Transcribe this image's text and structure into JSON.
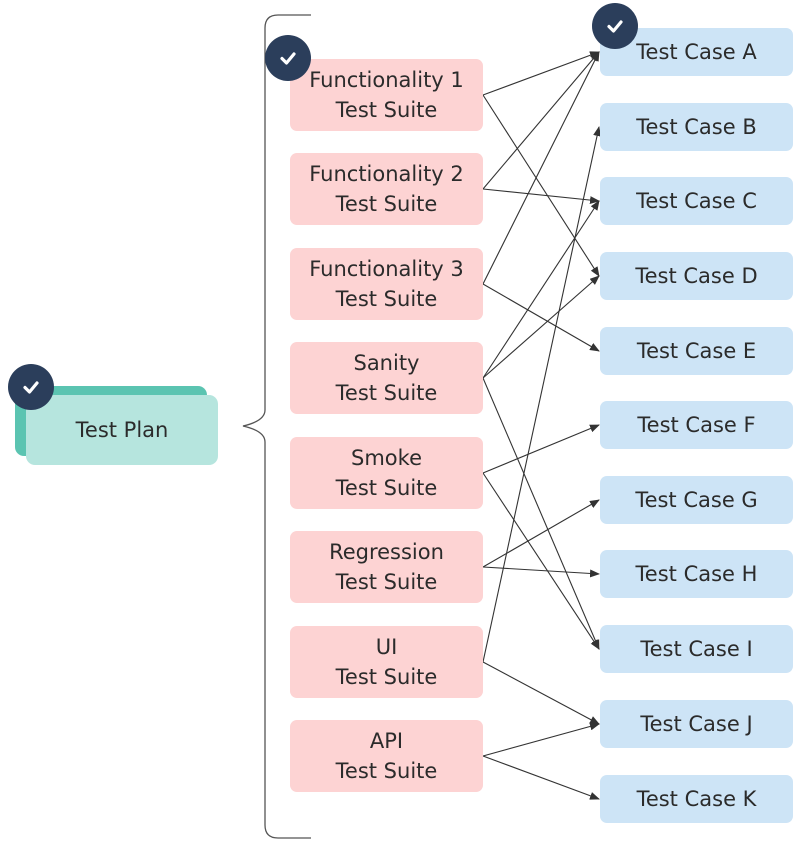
{
  "test_plan": {
    "label": "Test Plan",
    "check_icon": "check-icon"
  },
  "suites": [
    {
      "line1": "Functionality 1",
      "line2": "Test Suite",
      "checked": true
    },
    {
      "line1": "Functionality 2",
      "line2": "Test Suite"
    },
    {
      "line1": "Functionality 3",
      "line2": "Test Suite"
    },
    {
      "line1": "Sanity",
      "line2": "Test Suite"
    },
    {
      "line1": "Smoke",
      "line2": "Test Suite"
    },
    {
      "line1": "Regression",
      "line2": "Test Suite"
    },
    {
      "line1": "UI",
      "line2": "Test Suite"
    },
    {
      "line1": "API",
      "line2": "Test Suite"
    }
  ],
  "cases": [
    {
      "label": "Test Case A",
      "checked": true
    },
    {
      "label": "Test Case B"
    },
    {
      "label": "Test Case C"
    },
    {
      "label": "Test Case D"
    },
    {
      "label": "Test Case E"
    },
    {
      "label": "Test Case F"
    },
    {
      "label": "Test Case G"
    },
    {
      "label": "Test Case H"
    },
    {
      "label": "Test Case I"
    },
    {
      "label": "Test Case J"
    },
    {
      "label": "Test Case K"
    }
  ],
  "links": [
    {
      "from": "Functionality 1",
      "to": "Test Case A"
    },
    {
      "from": "Functionality 1",
      "to": "Test Case D"
    },
    {
      "from": "Functionality 2",
      "to": "Test Case A"
    },
    {
      "from": "Functionality 2",
      "to": "Test Case C"
    },
    {
      "from": "Functionality 3",
      "to": "Test Case A"
    },
    {
      "from": "Functionality 3",
      "to": "Test Case E"
    },
    {
      "from": "Sanity",
      "to": "Test Case C"
    },
    {
      "from": "Sanity",
      "to": "Test Case D"
    },
    {
      "from": "Sanity",
      "to": "Test Case I"
    },
    {
      "from": "Smoke",
      "to": "Test Case F"
    },
    {
      "from": "Smoke",
      "to": "Test Case I"
    },
    {
      "from": "Regression",
      "to": "Test Case G"
    },
    {
      "from": "Regression",
      "to": "Test Case H"
    },
    {
      "from": "UI",
      "to": "Test Case B"
    },
    {
      "from": "UI",
      "to": "Test Case J"
    },
    {
      "from": "API",
      "to": "Test Case J"
    },
    {
      "from": "API",
      "to": "Test Case K"
    }
  ],
  "colors": {
    "plan_fill": "#b6e5de",
    "plan_shadow": "#5bc4b1",
    "suite_fill": "#fdd3d3",
    "case_fill": "#cde4f6",
    "check_badge": "#2b3e5b",
    "connector": "#333333"
  }
}
